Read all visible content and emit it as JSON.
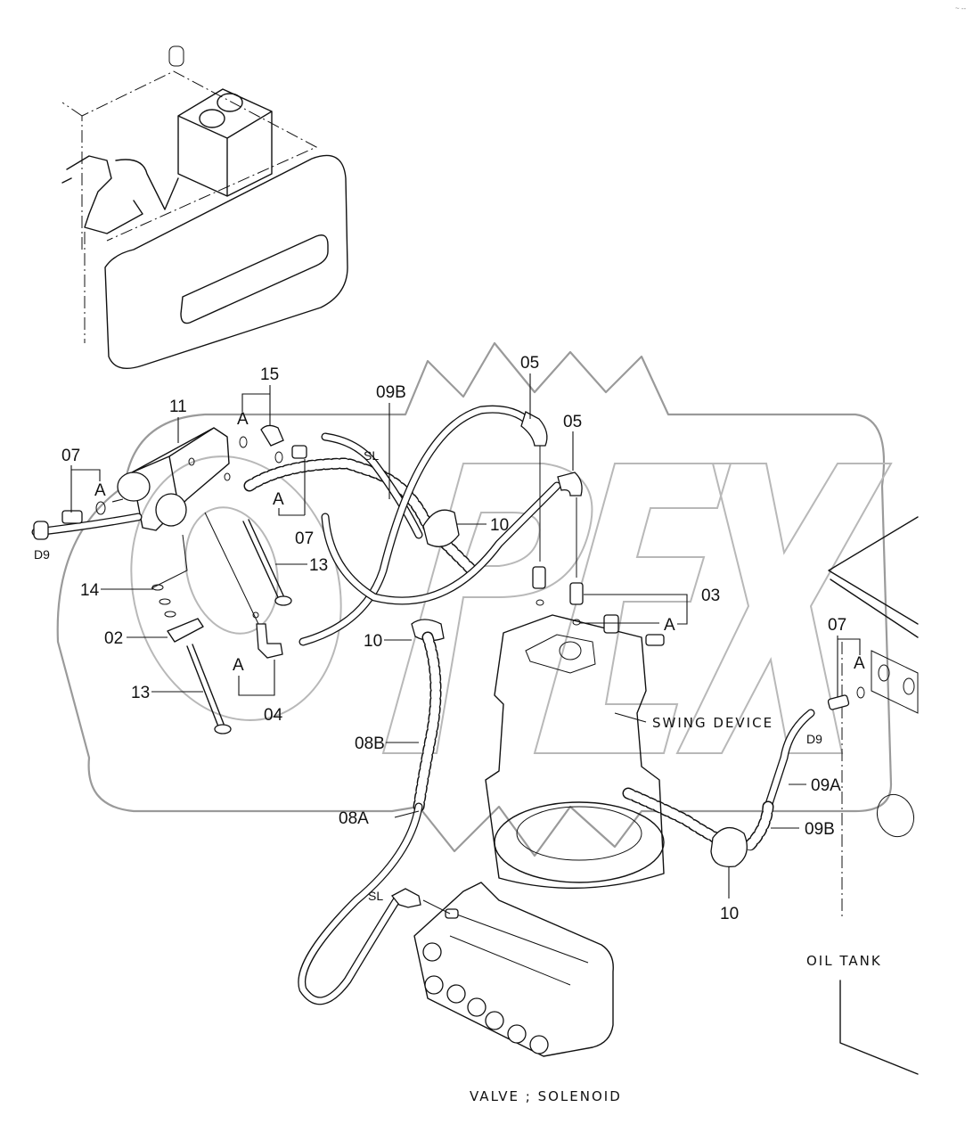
{
  "diagram": {
    "title": "VALVE ; SOLENOID",
    "watermark": "OPEX",
    "corner_mark": "~ --",
    "captions": {
      "swing_device": "SWING DEVICE",
      "oil_tank": "OIL TANK",
      "valve_solenoid": "VALVE ; SOLENOID"
    },
    "callouts": [
      {
        "id": "11",
        "part": "solenoid valve body"
      },
      {
        "id": "15",
        "part": "elbow fitting"
      },
      {
        "id": "07",
        "part": "adapter (left)"
      },
      {
        "id": "D9",
        "part": "hose end (left)"
      },
      {
        "id": "A",
        "part": "o-ring (left)"
      },
      {
        "id": "A",
        "part": "o-ring (top)"
      },
      {
        "id": "A",
        "part": "o-ring (middle)"
      },
      {
        "id": "07",
        "part": "adapter (middle)"
      },
      {
        "id": "13",
        "part": "bolt (upper)"
      },
      {
        "id": "14",
        "part": "o-ring set"
      },
      {
        "id": "02",
        "part": "bracket"
      },
      {
        "id": "13",
        "part": "bolt (lower)"
      },
      {
        "id": "A",
        "part": "o-ring (lower)"
      },
      {
        "id": "04",
        "part": "elbow adapter"
      },
      {
        "id": "09B",
        "part": "hose w/ spiral (upper)"
      },
      {
        "id": "SL",
        "part": "hose end SL (upper)"
      },
      {
        "id": "05",
        "part": "elbow hose end (left)"
      },
      {
        "id": "05",
        "part": "elbow hose end (right)"
      },
      {
        "id": "10",
        "part": "clamp (upper)"
      },
      {
        "id": "10",
        "part": "clamp (middle)"
      },
      {
        "id": "03",
        "part": "adapter (swing device)"
      },
      {
        "id": "A",
        "part": "o-ring (swing device)"
      },
      {
        "id": "08B",
        "part": "spiral guard"
      },
      {
        "id": "08A",
        "part": "hose"
      },
      {
        "id": "SL",
        "part": "hose end SL (lower)"
      },
      {
        "id": "07",
        "part": "adapter (oil tank)"
      },
      {
        "id": "A",
        "part": "o-ring (oil tank)"
      },
      {
        "id": "D9",
        "part": "hose end (oil tank)"
      },
      {
        "id": "09A",
        "part": "hose (oil tank)"
      },
      {
        "id": "09B",
        "part": "spiral guard (oil tank)"
      },
      {
        "id": "10",
        "part": "clamp (lower right)"
      }
    ]
  }
}
